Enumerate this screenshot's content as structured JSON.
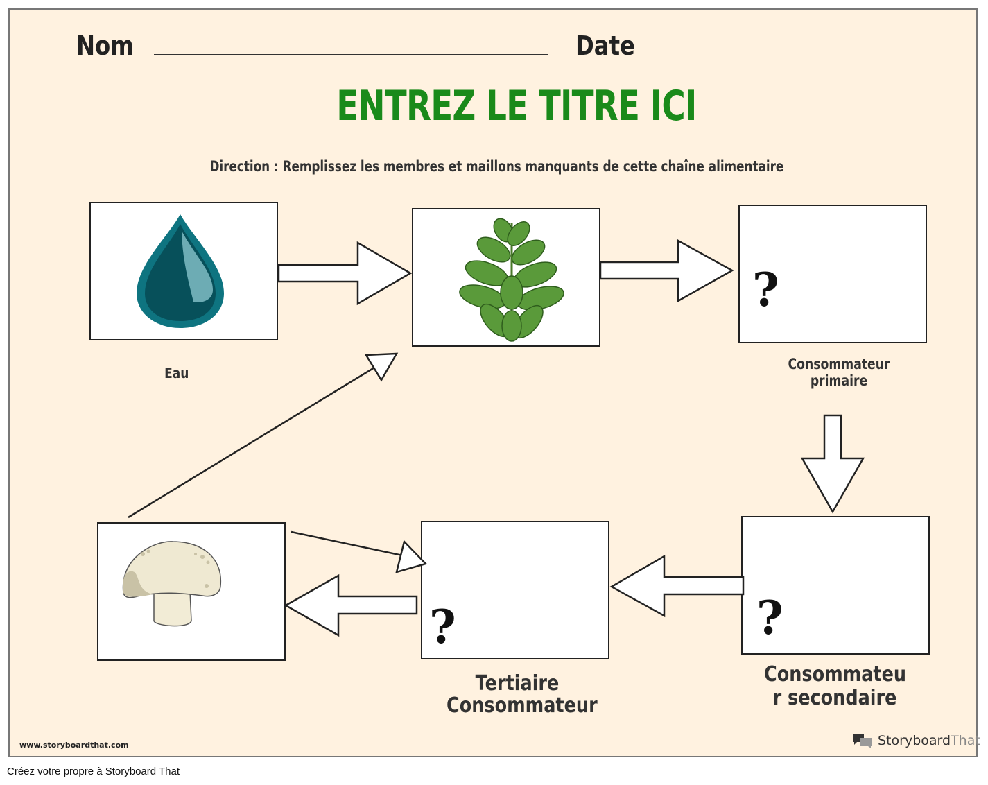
{
  "worksheet": {
    "name_label": "Nom",
    "date_label": "Date",
    "title": "ENTREZ LE TITRE ICI",
    "direction": "Direction : Remplissez les membres et maillons manquants de cette chaîne alimentaire",
    "title_color": "#1a8a1a"
  },
  "cards": {
    "water": {
      "icon": "water-drop-icon",
      "caption": "Eau"
    },
    "plant": {
      "icon": "plant-leaves-icon"
    },
    "primary": {
      "placeholder": "?",
      "caption_line1": "Consommateur",
      "caption_line2": "primaire"
    },
    "secondary": {
      "placeholder": "?",
      "caption_line1": "Consommateu",
      "caption_line2": "r secondaire"
    },
    "tertiary": {
      "placeholder": "?",
      "caption_line1": "Tertiaire",
      "caption_line2": "Consommateur"
    },
    "decomposer": {
      "icon": "mushroom-icon"
    }
  },
  "footer": {
    "url": "www.storyboardthat.com",
    "brand_main": "Storyboard",
    "brand_that": "That",
    "create_text": "Créez votre propre à Storyboard That"
  }
}
